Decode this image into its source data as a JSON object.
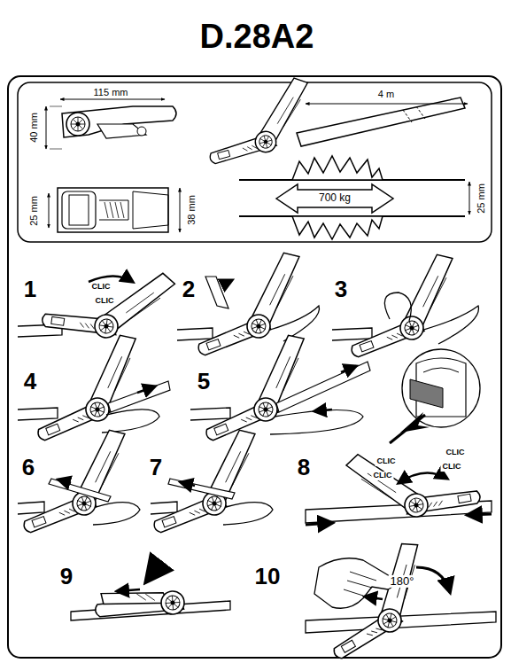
{
  "diagram": {
    "title": "D.28A2",
    "labels": [
      "115 mm",
      "40 mm",
      "4 m",
      "25 mm",
      "38 mm",
      "700 kg",
      "25 mm",
      "1",
      "CLIC",
      "CLIC",
      "2",
      "3",
      "4",
      "5",
      "6",
      "7",
      "8",
      "CLIC",
      "CLIC",
      "CLIC",
      "CLIC",
      "9",
      "10",
      "180°"
    ]
  }
}
